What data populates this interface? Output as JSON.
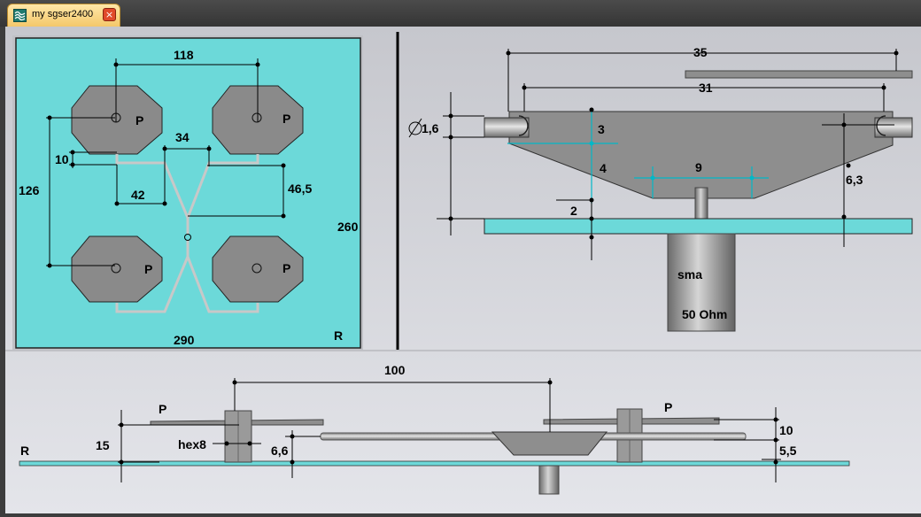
{
  "window": {
    "tab_title": "my sgser2400",
    "close_icon": "×"
  },
  "top_view": {
    "dim_horizontal_top": "118",
    "dim_vertical_left": "126",
    "dim_gap": "34",
    "dim_ten": "10",
    "dim_forty_two": "42",
    "dim_forty_six": "46,5",
    "dim_height": "260",
    "dim_width": "290",
    "label_p": "P",
    "label_r": "R"
  },
  "side_view": {
    "dim_35": "35",
    "dim_31": "31",
    "dim_diameter": "1,6",
    "dim_3": "3",
    "dim_4": "4",
    "dim_9": "9",
    "dim_2": "2",
    "dim_6_3": "6,3",
    "connector_label": "sma",
    "impedance_label": "50 Ohm"
  },
  "front_view": {
    "dim_100": "100",
    "dim_15": "15",
    "dim_hex": "hex8",
    "dim_6_6": "6,6",
    "dim_10": "10",
    "dim_5_5": "5,5",
    "label_p": "P",
    "label_r": "R"
  },
  "colors": {
    "board": "#6cd9d9",
    "metal": "#8e8e8e",
    "dim_line": "#000000",
    "highlight": "#00b8c8"
  }
}
